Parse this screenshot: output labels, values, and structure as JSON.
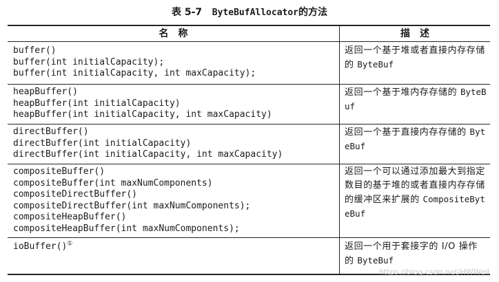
{
  "caption": {
    "number": "表 5-7",
    "class_name": "ByteBufAllocator",
    "suffix": "的方法"
  },
  "header": {
    "name": "名称",
    "description": "描述"
  },
  "rows": [
    {
      "code": [
        "buffer()",
        "buffer(int initialCapacity);",
        "buffer(int initialCapacity, int maxCapacity);"
      ],
      "desc_parts": [
        "返回一个基于堆或者直接内存存储的 ",
        "ByteBuf"
      ]
    },
    {
      "code": [
        "heapBuffer()",
        "heapBuffer(int initialCapacity)",
        "heapBuffer(int initialCapacity, int maxCapacity)"
      ],
      "desc_parts": [
        "返回一个基于堆内存存储的 ",
        "ByteBuf"
      ]
    },
    {
      "code": [
        "directBuffer()",
        "directBuffer(int initialCapacity)",
        "directBuffer(int initialCapacity, int maxCapacity)"
      ],
      "desc_parts": [
        "返回一个基于直接内存存储的 ",
        "ByteBuf"
      ]
    },
    {
      "code": [
        "compositeBuffer()",
        "compositeBuffer(int maxNumComponents)",
        "compositeDirectBuffer()",
        "compositeDirectBuffer(int maxNumComponents);",
        "compositeHeapBuffer()",
        "compositeHeapBuffer(int maxNumComponents);"
      ],
      "desc_parts": [
        "返回一个可以通过添加最大到指定数目的基于堆的或者直接内存存储的缓冲区来扩展的 ",
        "CompositeByteBuf"
      ]
    },
    {
      "code": [
        "ioBuffer()"
      ],
      "footnote": "①",
      "desc_parts": [
        "返回一个用于套接字的 I/O 操作的 ",
        "ByteBuf"
      ]
    }
  ],
  "watermark": "https://blog.csdn.net/HWWell"
}
